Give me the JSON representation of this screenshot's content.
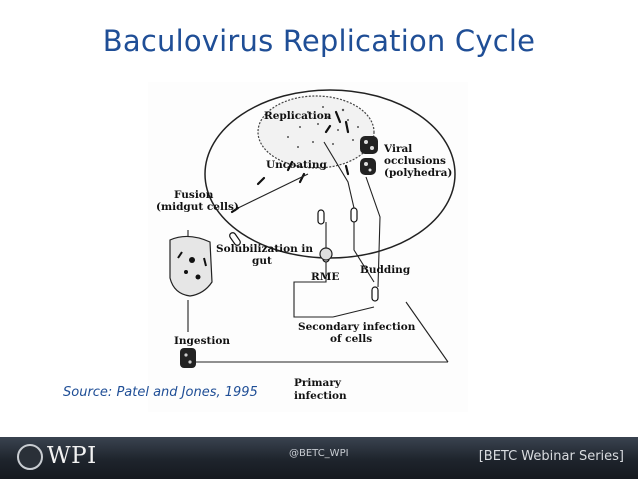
{
  "title": "Baculovirus Replication Cycle",
  "diagram": {
    "labels": {
      "replication": "Replication",
      "uncoating": "Uncoating",
      "viral_1": "Viral",
      "viral_2": "occlusions",
      "viral_3": "(polyhedra)",
      "fusion_1": "Fusion",
      "fusion_2": "(midgut cells)",
      "solub_1": "Solubilization in",
      "solub_2": "gut",
      "rme": "RME",
      "budding": "Budding",
      "secondary_1": "Secondary infection",
      "secondary_2": "of cells",
      "ingestion": "Ingestion",
      "primary_1": "Primary",
      "primary_2": "infection"
    }
  },
  "source": "Source: Patel and Jones, 1995",
  "footer": {
    "logo": "WPI",
    "handle": "@BETC_WPI",
    "series": "[BETC Webinar Series]"
  }
}
